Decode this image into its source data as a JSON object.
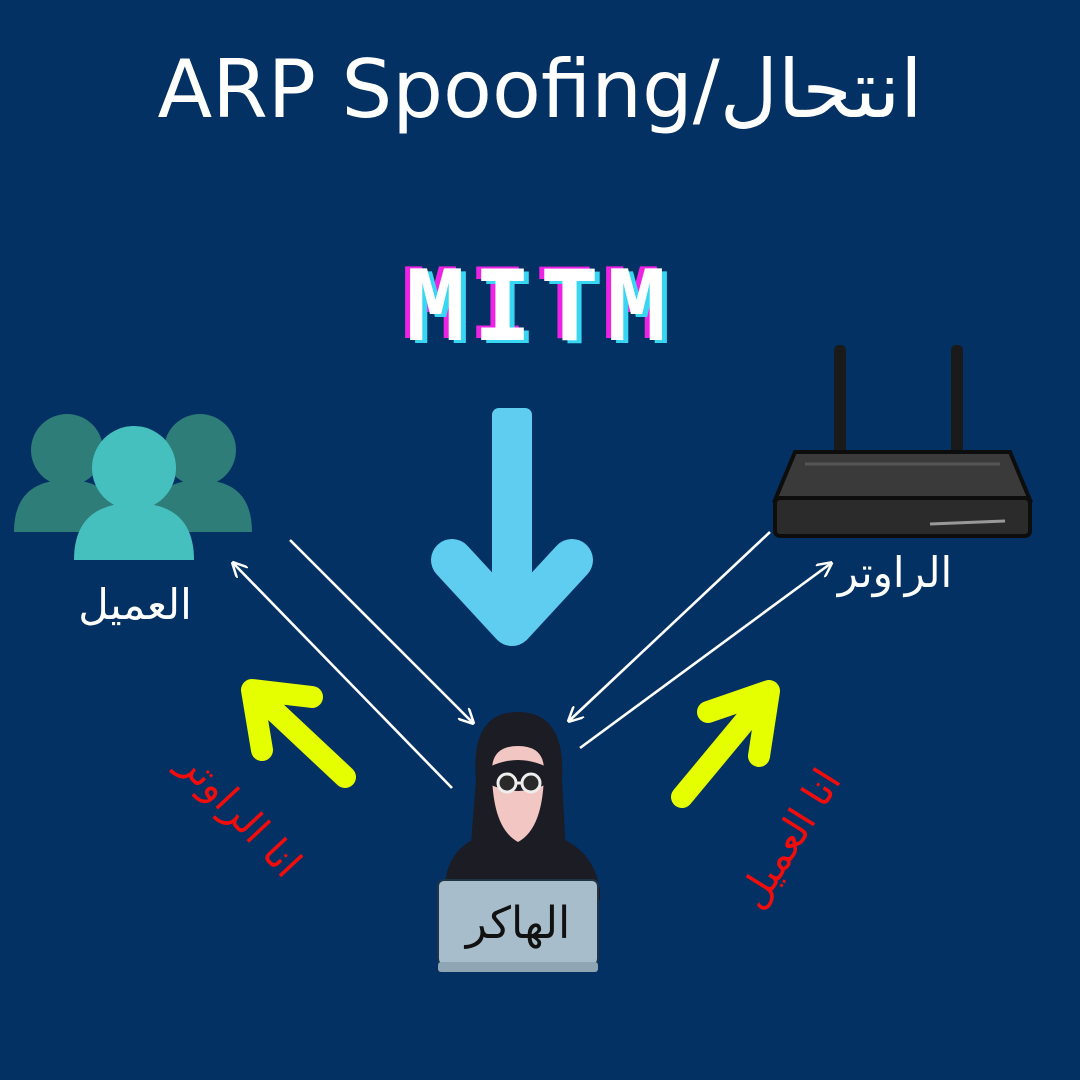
{
  "title": "ARP Spoofing/انتحال",
  "badge": "MITM",
  "nodes": {
    "client": "العميل",
    "router": "الراوتر",
    "hacker": "الهاكر"
  },
  "claims": {
    "to_client": "انا الراوتر",
    "to_router": "انا العميل"
  },
  "icons": {
    "client": "users-icon",
    "router": "router-icon",
    "hacker": "hacker-icon",
    "big_arrow": "arrow-down-icon",
    "claim_arrows": "arrow-up-icon"
  },
  "colors": {
    "background": "#033163",
    "title": "#ffffff",
    "badge_text": "#ffffff",
    "badge_magenta": "#ee22e4",
    "badge_cyan": "#38d6f2",
    "arrow_blue": "#5ecdef",
    "claim_text": "#f20d0d",
    "claim_arrow": "#e6ff00",
    "connector_lines": "#ffffff",
    "client_front": "#45c0bf",
    "client_back": "#2e7d78"
  }
}
